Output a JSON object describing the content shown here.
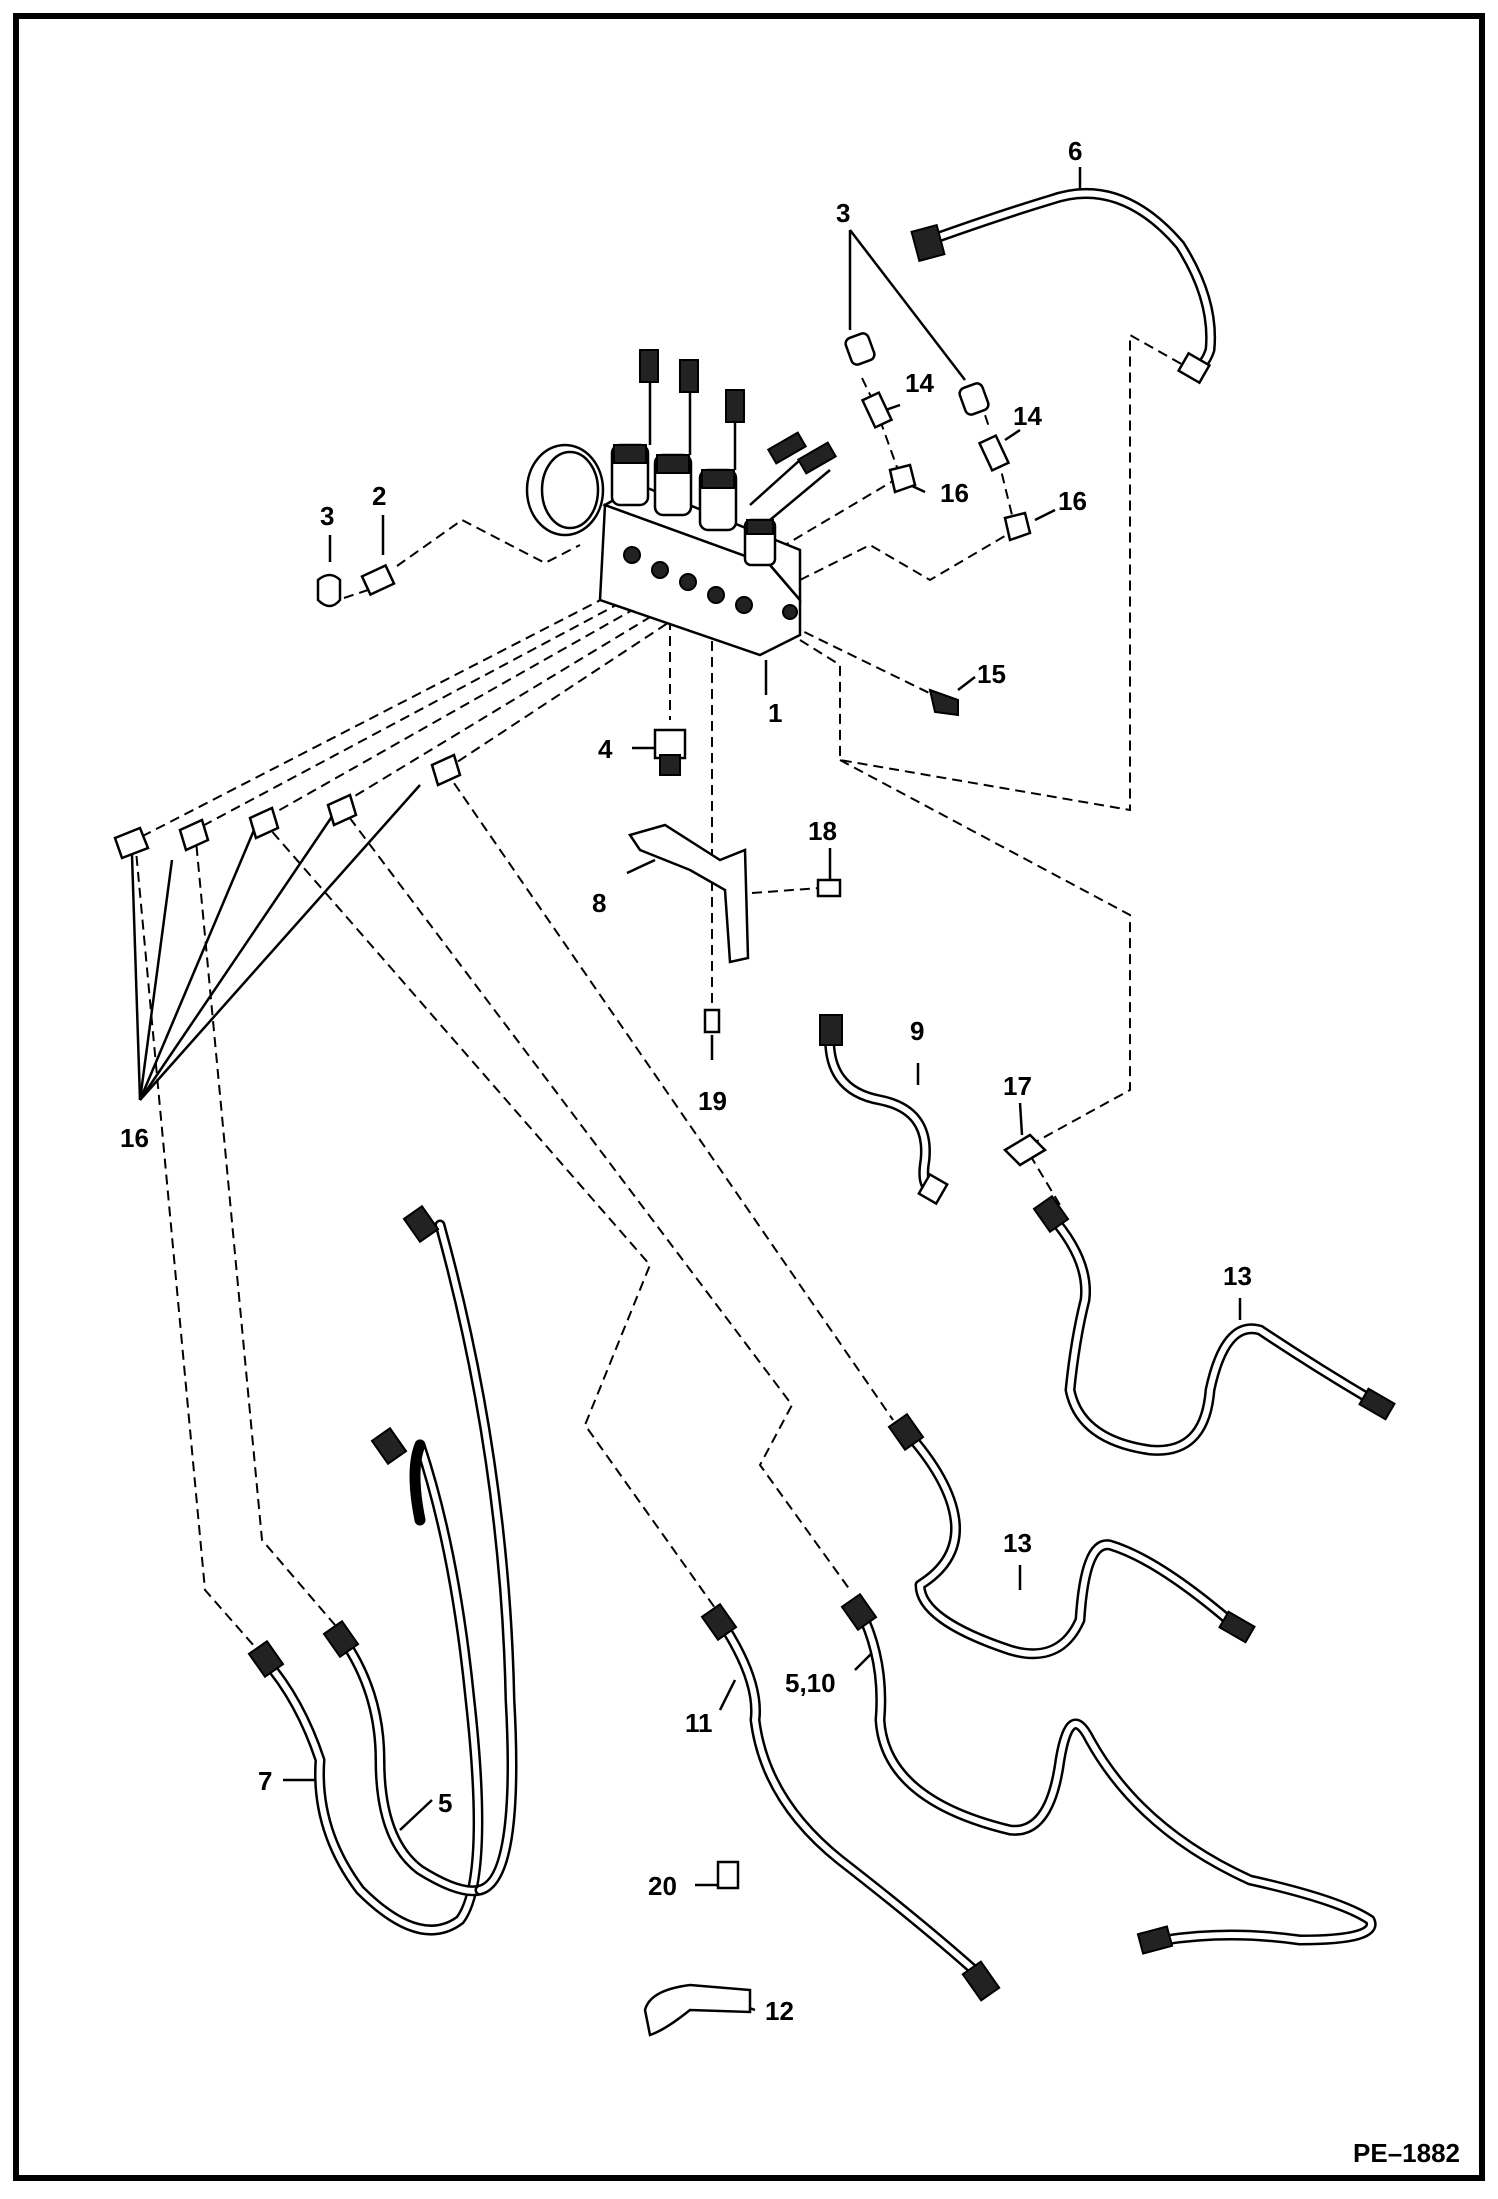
{
  "diagram": {
    "drawing_code": "PE–1882",
    "callouts": {
      "c1": "1",
      "c2": "2",
      "c3a": "3",
      "c3b": "3",
      "c4": "4",
      "c5a": "5",
      "c510": "5,10",
      "c6": "6",
      "c7": "7",
      "c8": "8",
      "c9": "9",
      "c11": "11",
      "c12": "12",
      "c13a": "13",
      "c13b": "13",
      "c14a": "14",
      "c14b": "14",
      "c15": "15",
      "c16a": "16",
      "c16b": "16",
      "c16c": "16",
      "c17": "17",
      "c18": "18",
      "c19": "19",
      "c20": "20"
    }
  }
}
